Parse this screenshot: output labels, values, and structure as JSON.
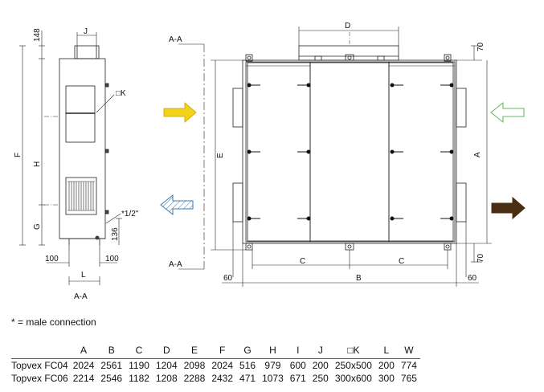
{
  "drawing": {
    "side_view": {
      "dims": {
        "top": "148",
        "j": "J",
        "k": "□K",
        "f": "F",
        "h": "H",
        "g": "G",
        "connection": "*1/2\"",
        "base": "136",
        "left_100": "100",
        "right_100": "100",
        "l": "L"
      },
      "section_label": "A-A"
    },
    "section_marks": {
      "top": "A-A",
      "bottom": "A-A"
    },
    "arrows": [
      {
        "name": "supply-in",
        "color": "#f2d21b",
        "stroke": "#c9a100"
      },
      {
        "name": "extract-out",
        "color": "#ffffff",
        "stroke": "#3a78b5",
        "hatched": true
      },
      {
        "name": "outdoor-in",
        "color": "#ffffff",
        "stroke": "#5cb85c"
      },
      {
        "name": "exhaust-out",
        "color": "#4a2e12",
        "stroke": "#4a2e12"
      }
    ],
    "front_view": {
      "dims": {
        "d": "D",
        "top_70": "70",
        "e": "E",
        "a": "A",
        "bottom_70": "70",
        "c_left": "C",
        "c_right": "C",
        "left_60": "60",
        "b": "B",
        "right_60": "60"
      }
    }
  },
  "footnote": "* = male connection",
  "table": {
    "headers": [
      "",
      "A",
      "B",
      "C",
      "D",
      "E",
      "F",
      "G",
      "H",
      "I",
      "J",
      "□K",
      "L",
      "W"
    ],
    "rows": [
      [
        "Topvex FC04",
        "2024",
        "2561",
        "1190",
        "1204",
        "2098",
        "2024",
        "516",
        "979",
        "600",
        "200",
        "250x500",
        "200",
        "774"
      ],
      [
        "Topvex FC06",
        "2214",
        "2546",
        "1182",
        "1208",
        "2288",
        "2432",
        "471",
        "1073",
        "671",
        "250",
        "300x600",
        "300",
        "765"
      ]
    ]
  }
}
